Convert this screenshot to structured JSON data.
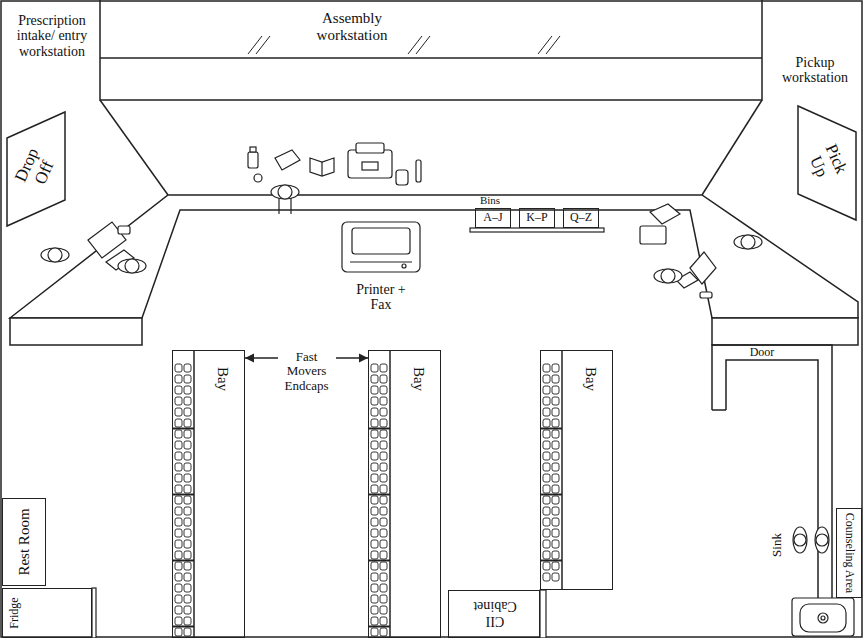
{
  "diagram": {
    "nodes": [
      {
        "text": [
          "Drop Off"
        ]
      },
      {
        "text": [
          "Pick Up"
        ]
      },
      {
        "text": [
          "A–J"
        ]
      },
      {
        "text": [
          "K–P"
        ]
      },
      {
        "text": [
          "Q–Z"
        ]
      },
      {
        "text": [
          "Bay"
        ]
      },
      {
        "text": [
          "Bay"
        ]
      },
      {
        "text": [
          "Bay"
        ]
      },
      {
        "text": [
          "Rest Room"
        ]
      },
      {
        "text": [
          "Counseling Area"
        ]
      },
      {
        "text": [
          "Fridge"
        ]
      },
      {
        "text": [
          "CII Cabinet"
        ]
      }
    ],
    "edges": [
      {
        "from": 5,
        "to": 6,
        "arrow": "both",
        "label": "Fast Movers Endcaps"
      }
    ],
    "labels": [
      "Prescription intake/ entry workstation",
      "Assembly workstation",
      "Pickup workstation",
      "Bins",
      "Printer + Fax",
      "Door",
      "Sink"
    ]
  }
}
